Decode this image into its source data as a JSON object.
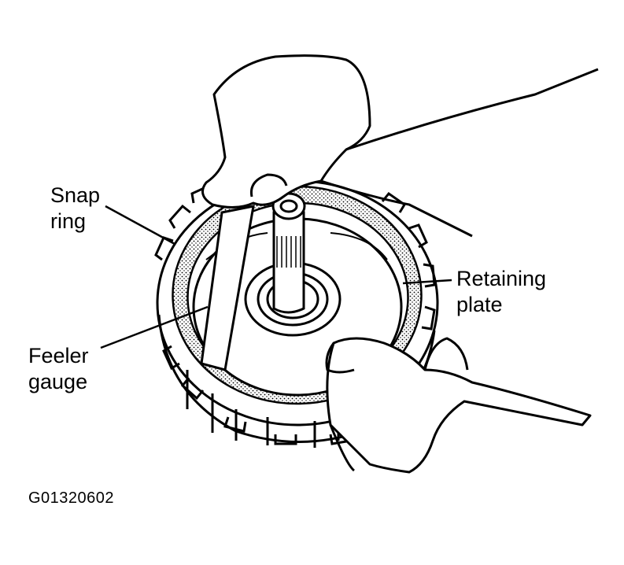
{
  "labels": {
    "snap_ring": [
      "Snap",
      "ring"
    ],
    "feeler_gauge": [
      "Feeler",
      "gauge"
    ],
    "retaining_plate": [
      "Retaining",
      "plate"
    ]
  },
  "figure_code": "G01320602",
  "colors": {
    "ink": "#000000",
    "paper": "#ffffff"
  }
}
